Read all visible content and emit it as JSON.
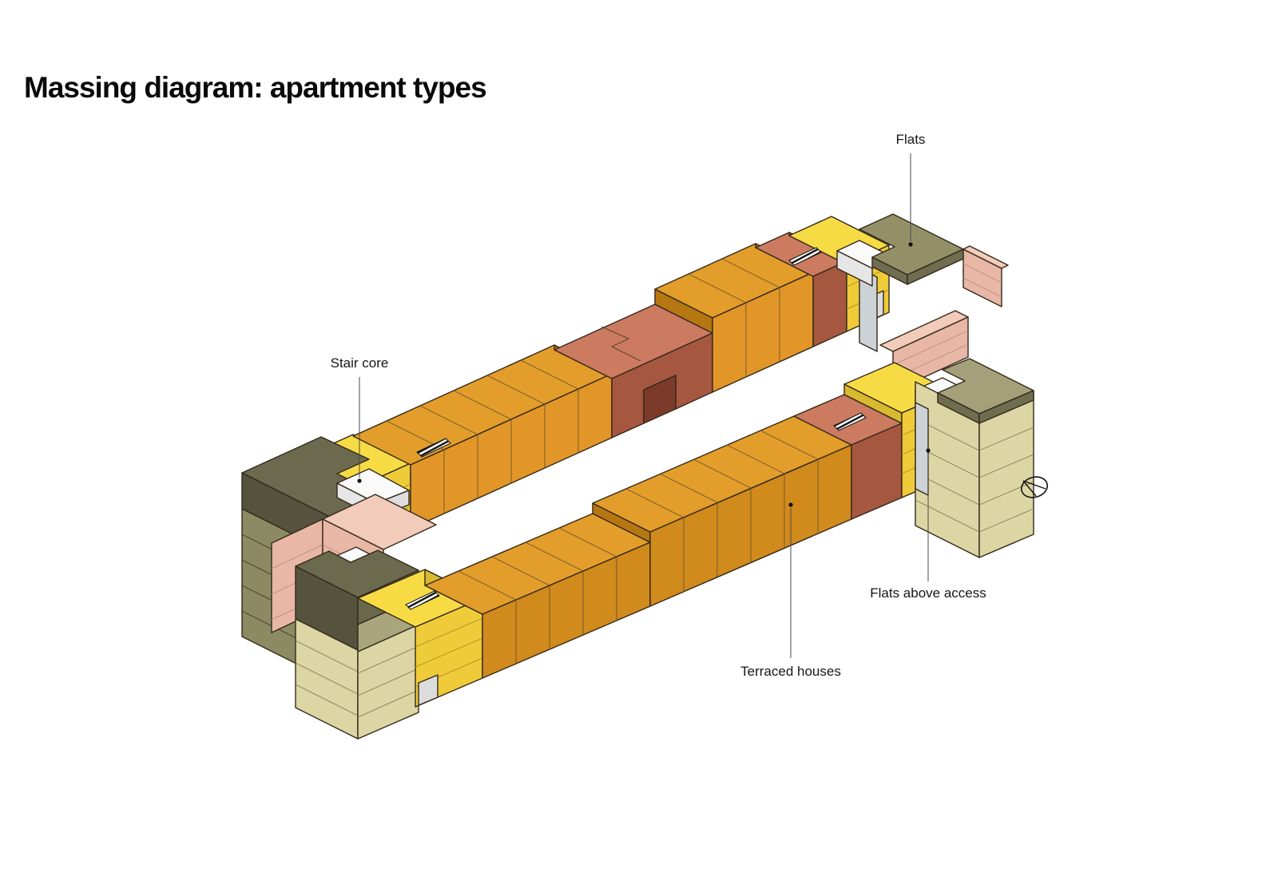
{
  "title": "Massing diagram: apartment types",
  "annotations": {
    "flats": "Flats",
    "stair_core": "Stair core",
    "flats_above_access": "Flats above access",
    "terraced_houses": "Terraced houses"
  },
  "diagram": {
    "type": "axonometric-massing-diagram",
    "description_visible_elements": [
      {
        "label": "Flats",
        "depiction": "tall corner blocks with olive roofs and striped facades"
      },
      {
        "label": "Stair core",
        "depiction": "white block set into notch of olive roof"
      },
      {
        "label": "Flats above access",
        "depiction": "yellow striped blocks beside corner towers"
      },
      {
        "label": "Terraced houses",
        "depiction": "rows of orange gabled-plan units along both long bars"
      }
    ],
    "north_arrow": {
      "present": true,
      "shape": "circle with wedge lines"
    }
  },
  "colors": {
    "terrace_roof": "#E39D2A",
    "terrace_front": "#D18A1C",
    "terrace_court": "#E19627",
    "terrace_side": "#B67712",
    "red_roof": "#CC7B61",
    "red_face": "#A65740",
    "red_side": "#8F4733",
    "red_inner": "#7C3B2A",
    "yellow_roof": "#F7DB45",
    "yellow_face": "#EFCB39",
    "yellow_side": "#D9B92F",
    "olive_dark_roof": "#6C6A4E",
    "olive_fascia": "#55533E",
    "olive_striped_facade": "#8B8A63",
    "olive_light_roof": "#A3A07A",
    "olive_ur_roof": "#939068",
    "beige_facade": "#DCD6A4",
    "pink_deck": "#F2CBBA",
    "pink_wall": "#E8B7A6",
    "stair_core_white": "#FAFAFA",
    "stair_core_gray": "#E6E6E6",
    "access_gray": "#CDD2D6",
    "inset_gray": "#DCDCDC",
    "outline": "#33291A",
    "background": "#FFFFFF"
  }
}
